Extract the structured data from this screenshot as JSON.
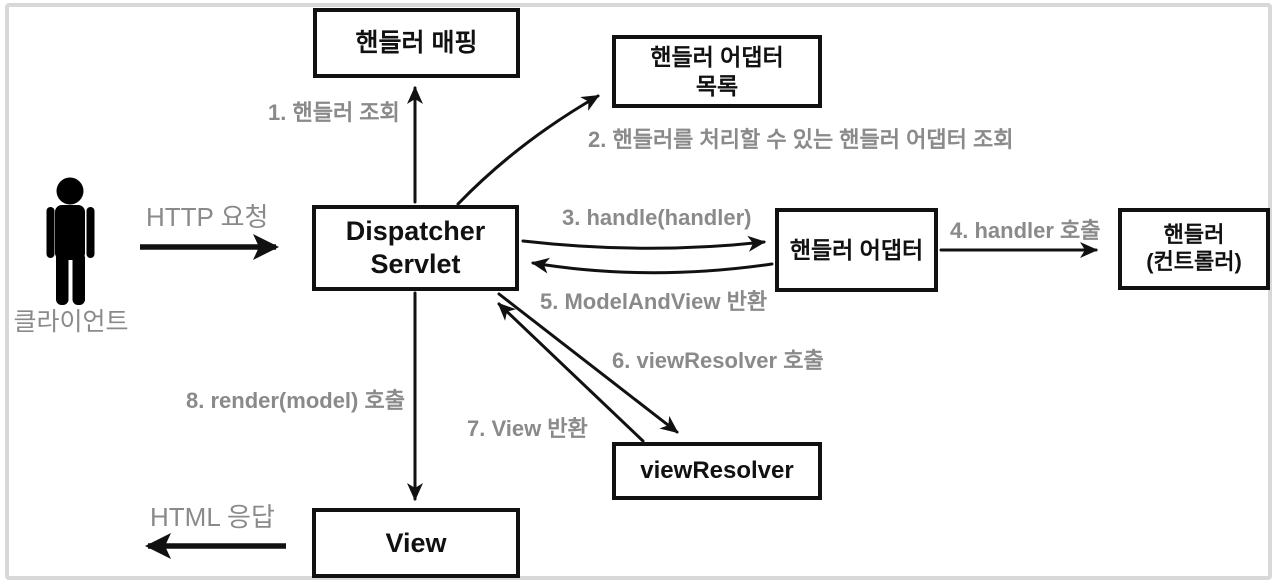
{
  "diagram": {
    "client_label": "클라이언트",
    "request_label": "HTTP 요청",
    "response_label": "HTML 응답",
    "nodes": {
      "handler_mapping": {
        "label": "핸들러 매핑"
      },
      "handler_adapter_list": {
        "line1": "핸들러 어댑터",
        "line2": "목록"
      },
      "dispatcher_servlet": {
        "line1": "Dispatcher",
        "line2": "Servlet"
      },
      "handler_adapter": {
        "label": "핸들러 어댑터"
      },
      "handler_controller": {
        "line1": "핸들러",
        "line2": "(컨트롤러)"
      },
      "view_resolver": {
        "label": "viewResolver"
      },
      "view": {
        "label": "View"
      }
    },
    "steps": [
      {
        "label": "1. 핸들러 조회"
      },
      {
        "label": "2. 핸들러를 처리할 수 있는 핸들러 어댑터 조회"
      },
      {
        "label": "3. handle(handler)"
      },
      {
        "label": "4. handler 호출"
      },
      {
        "label": "5. ModelAndView 반환"
      },
      {
        "label": "6. viewResolver 호출"
      },
      {
        "label": "7. View 반환"
      },
      {
        "label": "8. render(model) 호출"
      }
    ]
  },
  "colors": {
    "diagram_black": "#111111",
    "label_gray": "#8a8a8a",
    "frame_gray": "#d8d8d8"
  }
}
